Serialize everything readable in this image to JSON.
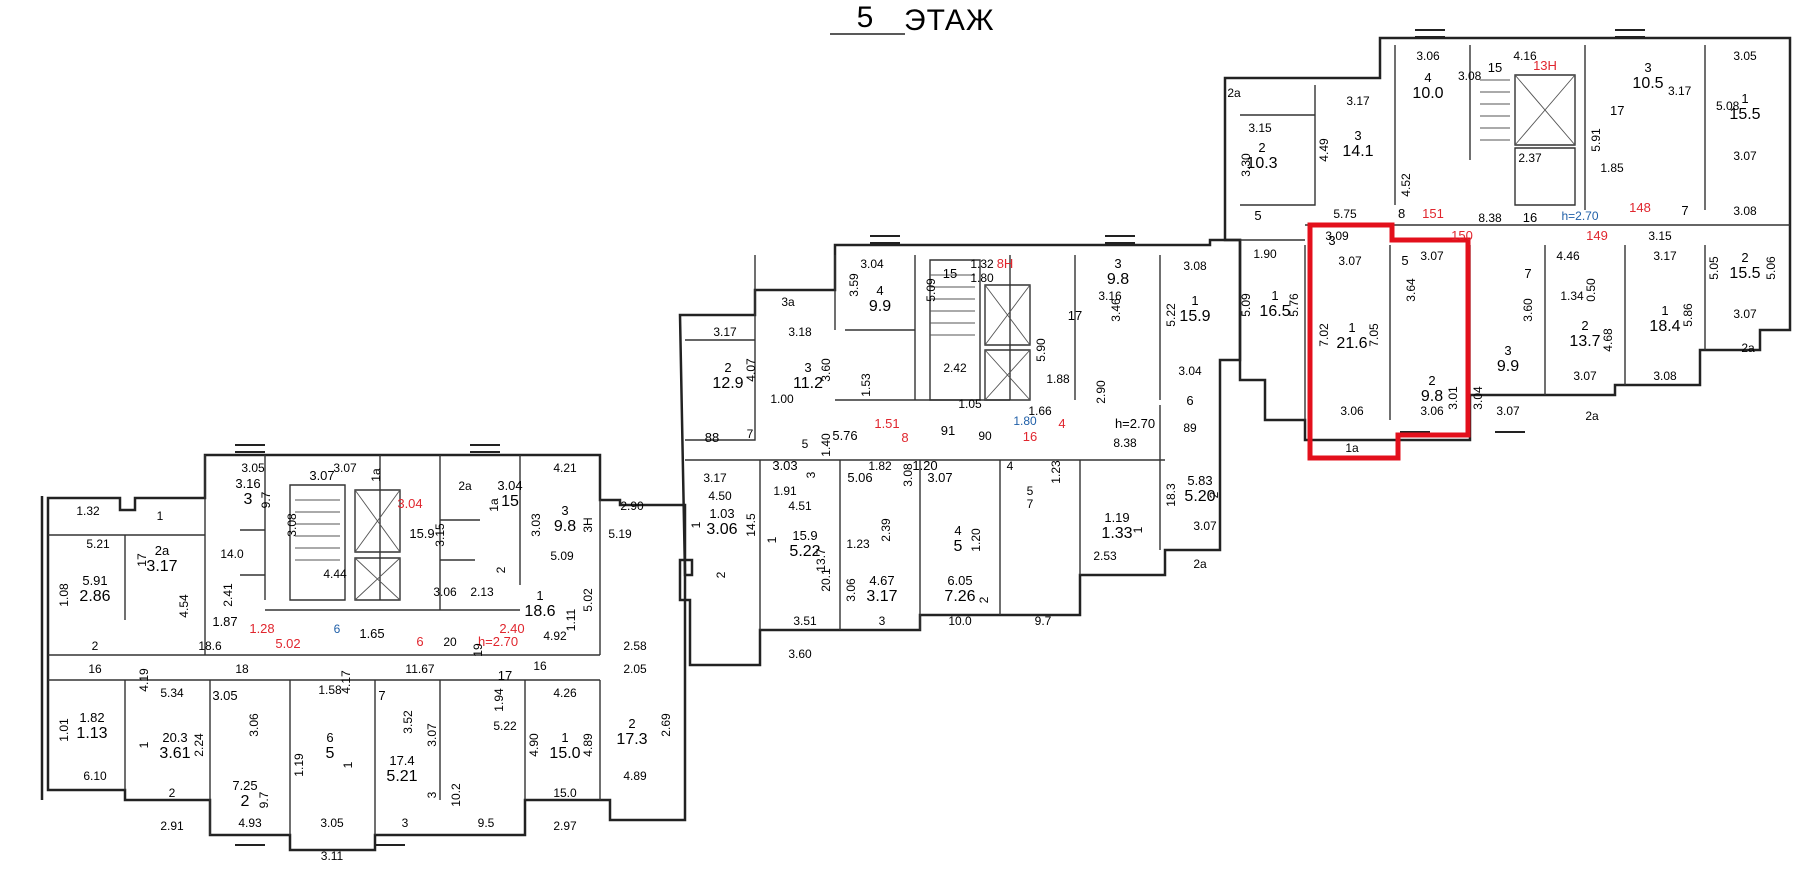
{
  "title": {
    "number": "5",
    "label": "ЭТАЖ"
  },
  "colors": {
    "highlight": "#e3101c",
    "apartment_number": "#e0262e",
    "ceiling": "#1f5fa8",
    "walls": "#222222"
  },
  "labels": [
    {
      "id": "hdr-1",
      "t": "2a"
    },
    {
      "id": "hdr-2",
      "t": "3a"
    },
    {
      "id": "a01",
      "t": "3.06"
    },
    {
      "id": "a02",
      "t": "15"
    },
    {
      "id": "a03",
      "t": "4.16"
    },
    {
      "id": "a04",
      "t": "13Н"
    },
    {
      "id": "a05",
      "t": "3.05"
    },
    {
      "id": "a06",
      "t": "4"
    },
    {
      "id": "a07",
      "t": "10.0"
    },
    {
      "id": "a08",
      "t": "3.08"
    },
    {
      "id": "a09",
      "t": "3"
    },
    {
      "id": "a10",
      "t": "10.5"
    },
    {
      "id": "a11",
      "t": "3.17"
    },
    {
      "id": "a12",
      "t": "1"
    },
    {
      "id": "a13",
      "t": "15.5"
    },
    {
      "id": "a14",
      "t": "5.08"
    },
    {
      "id": "a15",
      "t": "17"
    },
    {
      "id": "a16",
      "t": "3.15"
    },
    {
      "id": "a17",
      "t": "2"
    },
    {
      "id": "a18",
      "t": "10.3"
    },
    {
      "id": "a19",
      "t": "3.30"
    },
    {
      "id": "a20",
      "t": "3.17"
    },
    {
      "id": "a21",
      "t": "3"
    },
    {
      "id": "a22",
      "t": "14.1"
    },
    {
      "id": "a23",
      "t": "4.49"
    },
    {
      "id": "a24",
      "t": "2.37"
    },
    {
      "id": "a25",
      "t": "5.91"
    },
    {
      "id": "a26",
      "t": "1.85"
    },
    {
      "id": "a27",
      "t": "3.07"
    },
    {
      "id": "a28",
      "t": "4.52"
    },
    {
      "id": "a29",
      "t": "5.75"
    },
    {
      "id": "a30",
      "t": "8"
    },
    {
      "id": "a31",
      "t": "151"
    },
    {
      "id": "a32",
      "t": "8.38"
    },
    {
      "id": "a33",
      "t": "16"
    },
    {
      "id": "a34",
      "t": "h=2.70"
    },
    {
      "id": "a35",
      "t": "148"
    },
    {
      "id": "a36",
      "t": "7"
    },
    {
      "id": "a37",
      "t": "3.08"
    },
    {
      "id": "a38",
      "t": "150"
    },
    {
      "id": "a39",
      "t": "149"
    },
    {
      "id": "a40",
      "t": "3.15"
    },
    {
      "id": "a41",
      "t": "5"
    },
    {
      "id": "a42",
      "t": "1.90"
    },
    {
      "id": "a43",
      "t": "3"
    },
    {
      "id": "a44",
      "t": "3.07"
    },
    {
      "id": "a45",
      "t": "5"
    },
    {
      "id": "a46",
      "t": "3.07"
    },
    {
      "id": "a47",
      "t": "4.46"
    },
    {
      "id": "a48",
      "t": "3.17"
    },
    {
      "id": "a49",
      "t": "2"
    },
    {
      "id": "a50",
      "t": "15.5"
    },
    {
      "id": "a51",
      "t": "5.05"
    },
    {
      "id": "a52",
      "t": "5.06"
    },
    {
      "id": "a53",
      "t": "1"
    },
    {
      "id": "a54",
      "t": "16.5"
    },
    {
      "id": "a55",
      "t": "5.09"
    },
    {
      "id": "a56",
      "t": "5.76"
    },
    {
      "id": "a57",
      "t": "7.02"
    },
    {
      "id": "a58",
      "t": "1"
    },
    {
      "id": "a59",
      "t": "21.6"
    },
    {
      "id": "a60",
      "t": "7.05"
    },
    {
      "id": "a61",
      "t": "3.64"
    },
    {
      "id": "a62",
      "t": "7"
    },
    {
      "id": "a63",
      "t": "1.34"
    },
    {
      "id": "a64",
      "t": "0.50"
    },
    {
      "id": "a65",
      "t": "2"
    },
    {
      "id": "a66",
      "t": "13.7"
    },
    {
      "id": "a67",
      "t": "4.68"
    },
    {
      "id": "a68",
      "t": "1"
    },
    {
      "id": "a69",
      "t": "18.4"
    },
    {
      "id": "a70",
      "t": "5.86"
    },
    {
      "id": "a71",
      "t": "3.07"
    },
    {
      "id": "a72",
      "t": "2a"
    },
    {
      "id": "a73",
      "t": "3.09"
    },
    {
      "id": "a74",
      "t": "2"
    },
    {
      "id": "a75",
      "t": "9.8"
    },
    {
      "id": "a76",
      "t": "3.01"
    },
    {
      "id": "a77",
      "t": "3.04"
    },
    {
      "id": "a78",
      "t": "3"
    },
    {
      "id": "a79",
      "t": "9.9"
    },
    {
      "id": "a80",
      "t": "3.60"
    },
    {
      "id": "a81",
      "t": "3.06"
    },
    {
      "id": "a82",
      "t": "3.06"
    },
    {
      "id": "a83",
      "t": "3.07"
    },
    {
      "id": "a84",
      "t": "3.07"
    },
    {
      "id": "a85",
      "t": "3.08"
    },
    {
      "id": "a86",
      "t": "1a"
    },
    {
      "id": "a87",
      "t": "2a"
    },
    {
      "id": "b01",
      "t": "3.04"
    },
    {
      "id": "b02",
      "t": "15"
    },
    {
      "id": "b03",
      "t": "1.32"
    },
    {
      "id": "b04",
      "t": "8Н"
    },
    {
      "id": "b05",
      "t": "1.80"
    },
    {
      "id": "b06",
      "t": "3"
    },
    {
      "id": "b07",
      "t": "9.8"
    },
    {
      "id": "b08",
      "t": "3.16"
    },
    {
      "id": "b09",
      "t": "3.08"
    },
    {
      "id": "b10",
      "t": "3.59"
    },
    {
      "id": "b11",
      "t": "4"
    },
    {
      "id": "b12",
      "t": "9.9"
    },
    {
      "id": "b13",
      "t": "5.09"
    },
    {
      "id": "b14",
      "t": "3.46"
    },
    {
      "id": "b15",
      "t": "1"
    },
    {
      "id": "b16",
      "t": "15.9"
    },
    {
      "id": "b17",
      "t": "5.22"
    },
    {
      "id": "b18",
      "t": "3.17"
    },
    {
      "id": "b19",
      "t": "3.18"
    },
    {
      "id": "b20",
      "t": "17"
    },
    {
      "id": "b21",
      "t": "2"
    },
    {
      "id": "b22",
      "t": "12.9"
    },
    {
      "id": "b23",
      "t": "4.07"
    },
    {
      "id": "b24",
      "t": "3"
    },
    {
      "id": "b25",
      "t": "11.2"
    },
    {
      "id": "b26",
      "t": "3.60"
    },
    {
      "id": "b27",
      "t": "5.90"
    },
    {
      "id": "b28",
      "t": "2.42"
    },
    {
      "id": "b29",
      "t": "1.88"
    },
    {
      "id": "b30",
      "t": "2.90"
    },
    {
      "id": "b31",
      "t": "3.04"
    },
    {
      "id": "b32",
      "t": "1.00"
    },
    {
      "id": "b33",
      "t": "1.53"
    },
    {
      "id": "b34",
      "t": "1.05"
    },
    {
      "id": "b35",
      "t": "6"
    },
    {
      "id": "b36",
      "t": "1.66"
    },
    {
      "id": "b37",
      "t": "1.80"
    },
    {
      "id": "b38",
      "t": "4"
    },
    {
      "id": "b39",
      "t": "h=2.70"
    },
    {
      "id": "b40",
      "t": "88"
    },
    {
      "id": "b41",
      "t": "7"
    },
    {
      "id": "b42",
      "t": "5"
    },
    {
      "id": "b43",
      "t": "1.40"
    },
    {
      "id": "b44",
      "t": "5.76"
    },
    {
      "id": "b45",
      "t": "1.51"
    },
    {
      "id": "b46",
      "t": "8"
    },
    {
      "id": "b47",
      "t": "91"
    },
    {
      "id": "b48",
      "t": "90"
    },
    {
      "id": "b49",
      "t": "16"
    },
    {
      "id": "b50",
      "t": "8.38"
    },
    {
      "id": "b51",
      "t": "89"
    },
    {
      "id": "b52",
      "t": "3.17"
    },
    {
      "id": "b53",
      "t": "3.03"
    },
    {
      "id": "b54",
      "t": "1.91"
    },
    {
      "id": "b55",
      "t": "3"
    },
    {
      "id": "b56",
      "t": "1.82"
    },
    {
      "id": "b57",
      "t": "1.20"
    },
    {
      "id": "b58",
      "t": "3.08"
    },
    {
      "id": "b59",
      "t": "4"
    },
    {
      "id": "b60",
      "t": "1.23"
    },
    {
      "id": "b61",
      "t": "4.50"
    },
    {
      "id": "b62",
      "t": "1.03"
    },
    {
      "id": "b63",
      "t": "3.06"
    },
    {
      "id": "b64",
      "t": "1"
    },
    {
      "id": "b65",
      "t": "14.5"
    },
    {
      "id": "b66",
      "t": "4.51"
    },
    {
      "id": "b67",
      "t": "5.06"
    },
    {
      "id": "b68",
      "t": "3.07"
    },
    {
      "id": "b69",
      "t": "5"
    },
    {
      "id": "b70",
      "t": "7"
    },
    {
      "id": "b71",
      "t": "1.19"
    },
    {
      "id": "b72",
      "t": "1.33"
    },
    {
      "id": "b73",
      "t": "1"
    },
    {
      "id": "b74",
      "t": "18.3"
    },
    {
      "id": "b75",
      "t": "5.83"
    },
    {
      "id": "b76",
      "t": "5.20"
    },
    {
      "id": "b77",
      "t": "2"
    },
    {
      "id": "b78",
      "t": "15.9"
    },
    {
      "id": "b79",
      "t": "5.22"
    },
    {
      "id": "b80",
      "t": "1"
    },
    {
      "id": "b81",
      "t": "20.1"
    },
    {
      "id": "b82",
      "t": "2.39"
    },
    {
      "id": "b83",
      "t": "1.23"
    },
    {
      "id": "b84",
      "t": "4"
    },
    {
      "id": "b85",
      "t": "5"
    },
    {
      "id": "b86",
      "t": "1.20"
    },
    {
      "id": "b87",
      "t": "2.53"
    },
    {
      "id": "b88",
      "t": "3.07"
    },
    {
      "id": "b89",
      "t": "2"
    },
    {
      "id": "b90",
      "t": "13.7"
    },
    {
      "id": "b91",
      "t": "4.67"
    },
    {
      "id": "b92",
      "t": "3.17"
    },
    {
      "id": "b93",
      "t": "3.06"
    },
    {
      "id": "b94",
      "t": "6.05"
    },
    {
      "id": "b95",
      "t": "7.26"
    },
    {
      "id": "b96",
      "t": "2"
    },
    {
      "id": "b97",
      "t": "9.7"
    },
    {
      "id": "b98",
      "t": "3.51"
    },
    {
      "id": "b99",
      "t": "3"
    },
    {
      "id": "b100",
      "t": "10.0"
    },
    {
      "id": "b101",
      "t": "3.60"
    },
    {
      "id": "b102",
      "t": "2a"
    },
    {
      "id": "b103",
      "t": "3.05"
    },
    {
      "id": "b104",
      "t": "3.07"
    },
    {
      "id": "b105",
      "t": "3.07"
    },
    {
      "id": "b106",
      "t": "1a"
    },
    {
      "id": "b107",
      "t": "2a"
    },
    {
      "id": "c01",
      "t": "3.04"
    },
    {
      "id": "c02",
      "t": "15"
    },
    {
      "id": "c03",
      "t": "4.21"
    },
    {
      "id": "c04",
      "t": "1.32"
    },
    {
      "id": "c05",
      "t": "3.16"
    },
    {
      "id": "c06",
      "t": "3"
    },
    {
      "id": "c07",
      "t": "9.7"
    },
    {
      "id": "c08",
      "t": "3.04"
    },
    {
      "id": "c09",
      "t": "1a"
    },
    {
      "id": "c10",
      "t": "3"
    },
    {
      "id": "c11",
      "t": "9.8"
    },
    {
      "id": "c12",
      "t": "3.03"
    },
    {
      "id": "c13",
      "t": "3Н"
    },
    {
      "id": "c14",
      "t": "2.90"
    },
    {
      "id": "c15",
      "t": "1"
    },
    {
      "id": "c16",
      "t": "15.9"
    },
    {
      "id": "c17",
      "t": "5.19"
    },
    {
      "id": "c18",
      "t": "5.21"
    },
    {
      "id": "c19",
      "t": "2a"
    },
    {
      "id": "c20",
      "t": "3.17"
    },
    {
      "id": "c21",
      "t": "17"
    },
    {
      "id": "c22",
      "t": "3.08"
    },
    {
      "id": "c23",
      "t": "3.15"
    },
    {
      "id": "c24",
      "t": "2"
    },
    {
      "id": "c25",
      "t": "14.0"
    },
    {
      "id": "c26",
      "t": "4.44"
    },
    {
      "id": "c27",
      "t": "5.09"
    },
    {
      "id": "c28",
      "t": "5.91"
    },
    {
      "id": "c29",
      "t": "2.86"
    },
    {
      "id": "c30",
      "t": "1.08"
    },
    {
      "id": "c31",
      "t": "2.41"
    },
    {
      "id": "c32",
      "t": "3.06"
    },
    {
      "id": "c33",
      "t": "2.13"
    },
    {
      "id": "c34",
      "t": "1"
    },
    {
      "id": "c35",
      "t": "18.6"
    },
    {
      "id": "c36",
      "t": "5.02"
    },
    {
      "id": "c37",
      "t": "4.54"
    },
    {
      "id": "c38",
      "t": "1.87"
    },
    {
      "id": "c39",
      "t": "1.28"
    },
    {
      "id": "c40",
      "t": "6"
    },
    {
      "id": "c41",
      "t": "1.11"
    },
    {
      "id": "c42",
      "t": "2"
    },
    {
      "id": "c43",
      "t": "18.6"
    },
    {
      "id": "c44",
      "t": "5.02"
    },
    {
      "id": "c45",
      "t": "1.65"
    },
    {
      "id": "c46",
      "t": "6"
    },
    {
      "id": "c47",
      "t": "20"
    },
    {
      "id": "c48",
      "t": "h=2.70"
    },
    {
      "id": "c49",
      "t": "2.40"
    },
    {
      "id": "c50",
      "t": "4.92"
    },
    {
      "id": "c51",
      "t": "2.58"
    },
    {
      "id": "c52",
      "t": "19"
    },
    {
      "id": "c53",
      "t": "16"
    },
    {
      "id": "c54",
      "t": "18"
    },
    {
      "id": "c55",
      "t": "11.67"
    },
    {
      "id": "c56",
      "t": "17"
    },
    {
      "id": "c57",
      "t": "16"
    },
    {
      "id": "c58",
      "t": "2.05"
    },
    {
      "id": "c59",
      "t": "4.19"
    },
    {
      "id": "c60",
      "t": "1.58"
    },
    {
      "id": "c61",
      "t": "4.17"
    },
    {
      "id": "c62",
      "t": "5.34"
    },
    {
      "id": "c63",
      "t": "3.05"
    },
    {
      "id": "c64",
      "t": "7"
    },
    {
      "id": "c65",
      "t": "1.94"
    },
    {
      "id": "c66",
      "t": "4.26"
    },
    {
      "id": "c67",
      "t": "1.01"
    },
    {
      "id": "c68",
      "t": "1.82"
    },
    {
      "id": "c69",
      "t": "1.13"
    },
    {
      "id": "c70",
      "t": "3.06"
    },
    {
      "id": "c71",
      "t": "6"
    },
    {
      "id": "c72",
      "t": "5"
    },
    {
      "id": "c73",
      "t": "3.52"
    },
    {
      "id": "c74",
      "t": "3.07"
    },
    {
      "id": "c75",
      "t": "5.22"
    },
    {
      "id": "c76",
      "t": "2"
    },
    {
      "id": "c77",
      "t": "17.3"
    },
    {
      "id": "c78",
      "t": "2.69"
    },
    {
      "id": "c79",
      "t": "1"
    },
    {
      "id": "c80",
      "t": "20.3"
    },
    {
      "id": "c81",
      "t": "3.61"
    },
    {
      "id": "c82",
      "t": "2.24"
    },
    {
      "id": "c83",
      "t": "1.19"
    },
    {
      "id": "c84",
      "t": "1"
    },
    {
      "id": "c85",
      "t": "17.4"
    },
    {
      "id": "c86",
      "t": "5.21"
    },
    {
      "id": "c87",
      "t": "4.90"
    },
    {
      "id": "c88",
      "t": "1"
    },
    {
      "id": "c89",
      "t": "15.0"
    },
    {
      "id": "c90",
      "t": "4.89"
    },
    {
      "id": "c91",
      "t": "6.10"
    },
    {
      "id": "c92",
      "t": "7.25"
    },
    {
      "id": "c93",
      "t": "2"
    },
    {
      "id": "c94",
      "t": "9.7"
    },
    {
      "id": "c95",
      "t": "3"
    },
    {
      "id": "c96",
      "t": "10.2"
    },
    {
      "id": "c97",
      "t": "4.89"
    },
    {
      "id": "c98",
      "t": "2"
    },
    {
      "id": "c99",
      "t": "15.0"
    },
    {
      "id": "c100",
      "t": "4.93"
    },
    {
      "id": "c101",
      "t": "3.05"
    },
    {
      "id": "c102",
      "t": "3"
    },
    {
      "id": "c103",
      "t": "9.5"
    },
    {
      "id": "c104",
      "t": "2.91"
    },
    {
      "id": "c105",
      "t": "2.97"
    },
    {
      "id": "c106",
      "t": "3.11"
    },
    {
      "id": "c107",
      "t": "3.07"
    },
    {
      "id": "c108",
      "t": "3.06"
    },
    {
      "id": "c109",
      "t": "3.06"
    },
    {
      "id": "c110",
      "t": "3.07"
    },
    {
      "id": "c111",
      "t": "3.07"
    },
    {
      "id": "c112",
      "t": "3.06"
    },
    {
      "id": "c113",
      "t": "3.06"
    },
    {
      "id": "c114",
      "t": "1a"
    },
    {
      "id": "c115",
      "t": "2a"
    },
    {
      "id": "c116",
      "t": "1a"
    }
  ]
}
